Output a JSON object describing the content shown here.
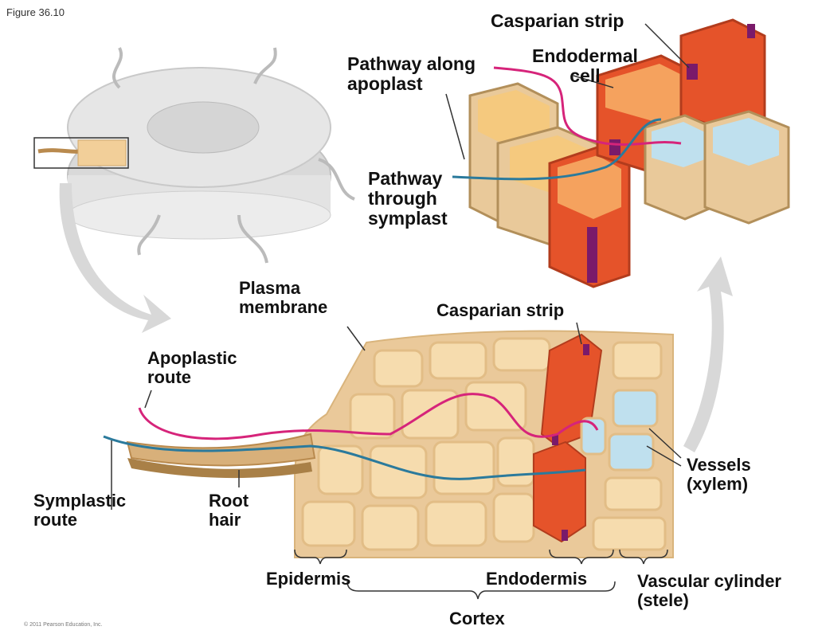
{
  "figure_label": "Figure 36.10",
  "copyright": "© 2011 Pearson Education, Inc.",
  "labels": {
    "casparian_strip_top": "Casparian strip",
    "pathway_apoplast": "Pathway along\napoplast",
    "endodermal_cell": "Endodermal\ncell",
    "pathway_symplast": "Pathway\nthrough\nsymplast",
    "plasma_membrane": "Plasma\nmembrane",
    "casparian_strip_bottom": "Casparian strip",
    "apoplastic_route": "Apoplastic\nroute",
    "symplastic_route": "Symplastic\nroute",
    "root_hair": "Root\nhair",
    "vessels": "Vessels\n(xylem)",
    "epidermis": "Epidermis",
    "endodermis": "Endodermis",
    "vascular_cylinder": "Vascular cylinder\n(stele)",
    "cortex": "Cortex"
  },
  "colors": {
    "apoplast_path": "#d6247a",
    "symplast_path": "#2b7a9c",
    "cell_fill": "#f4d7a8",
    "cell_wall": "#e8c48e",
    "endodermis": "#e0552a",
    "casparian": "#7a1a6a",
    "xylem": "#bfe0ee",
    "root_outline": "#bdbdbd"
  }
}
